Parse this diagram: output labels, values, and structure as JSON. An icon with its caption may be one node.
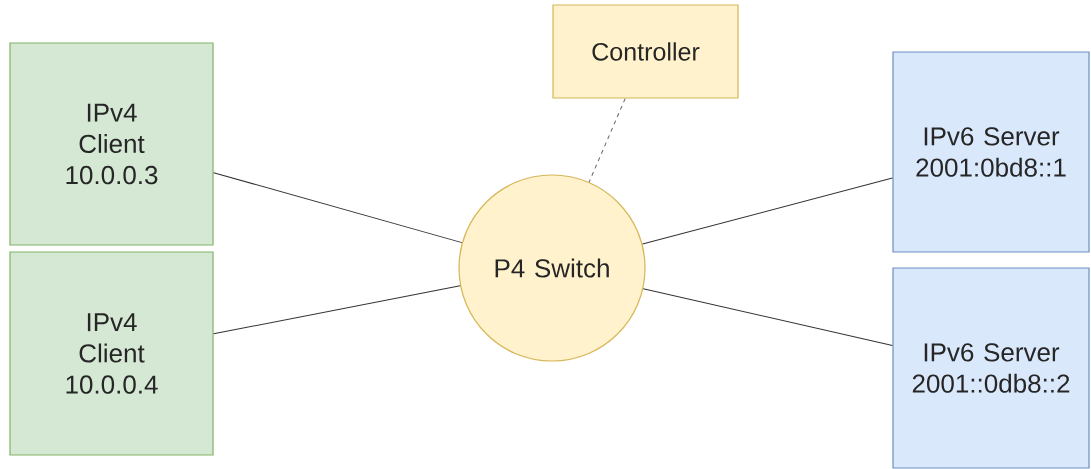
{
  "diagram": {
    "nodes": [
      {
        "text": [
          "IPv4 Client 10.0.0.3"
        ]
      },
      {
        "text": [
          "IPv4 Client 10.0.0.4"
        ]
      },
      {
        "text": [
          "Controller"
        ]
      },
      {
        "text": [
          "P4 Switch"
        ]
      },
      {
        "text": [
          "IPv6 Server 2001:0bd8::1"
        ]
      },
      {
        "text": [
          "IPv6 Server 2001::0db8::2"
        ]
      }
    ],
    "edges": [
      {
        "from": 0,
        "to": 3,
        "arrow": "none"
      },
      {
        "from": 1,
        "to": 3,
        "arrow": "none"
      },
      {
        "from": 2,
        "to": 3,
        "arrow": "none",
        "style": "dashed"
      },
      {
        "from": 3,
        "to": 4,
        "arrow": "none"
      },
      {
        "from": 3,
        "to": 5,
        "arrow": "none"
      }
    ]
  }
}
